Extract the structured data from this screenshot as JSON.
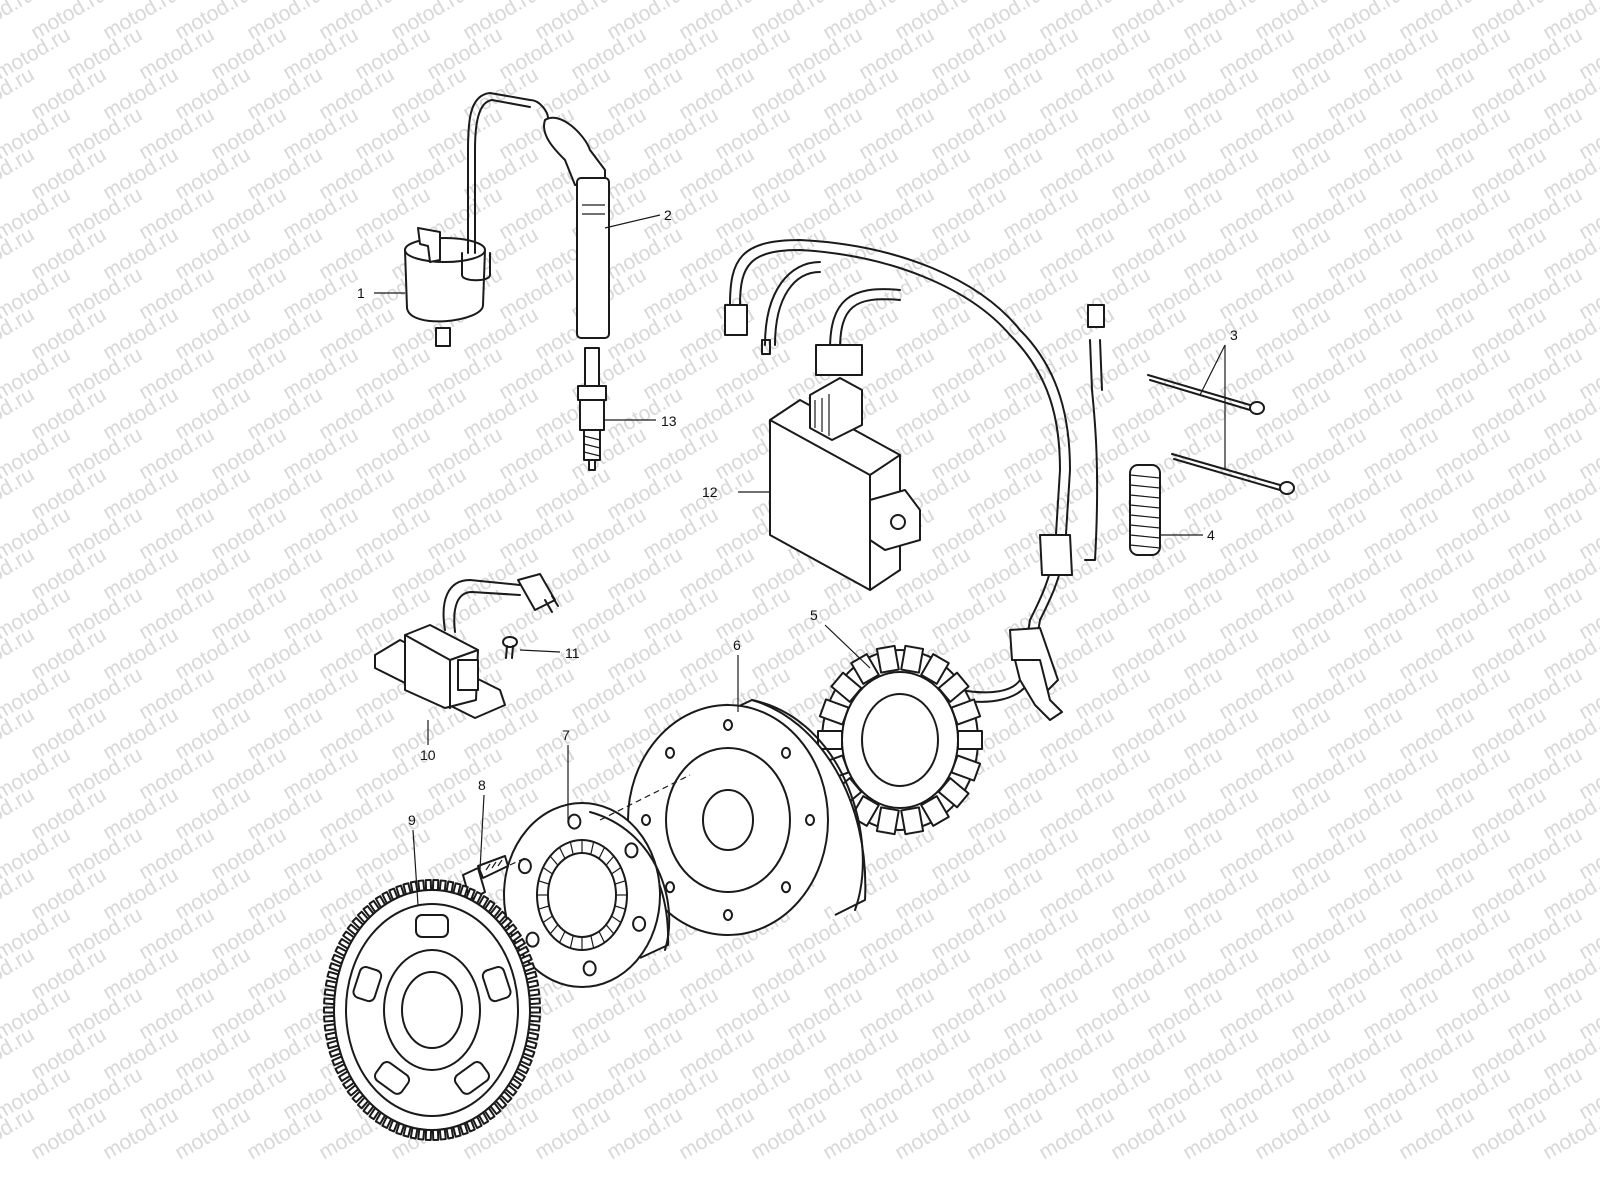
{
  "watermark": "motod.ru",
  "callouts": [
    {
      "id": "1",
      "label": "1"
    },
    {
      "id": "2",
      "label": "2"
    },
    {
      "id": "3",
      "label": "3"
    },
    {
      "id": "4",
      "label": "4"
    },
    {
      "id": "5",
      "label": "5"
    },
    {
      "id": "6",
      "label": "6"
    },
    {
      "id": "7",
      "label": "7"
    },
    {
      "id": "8",
      "label": "8"
    },
    {
      "id": "9",
      "label": "9"
    },
    {
      "id": "10",
      "label": "10"
    },
    {
      "id": "11",
      "label": "11"
    },
    {
      "id": "12",
      "label": "12"
    },
    {
      "id": "13",
      "label": "13"
    }
  ]
}
